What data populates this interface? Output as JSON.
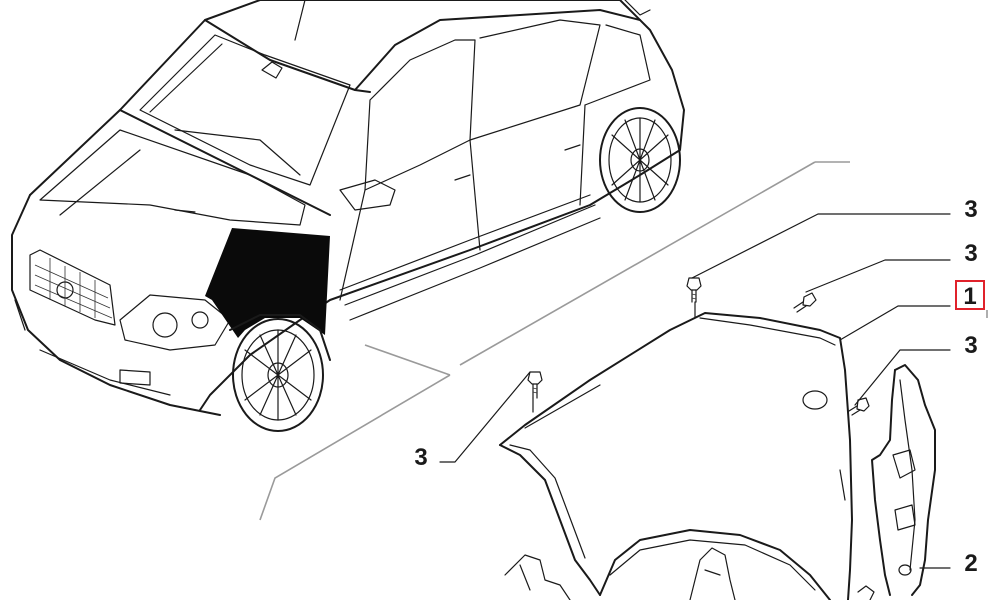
{
  "diagram": {
    "highlight_color": "#e0222b",
    "callouts": [
      {
        "id": "callout-1",
        "label": "1",
        "highlighted": true
      },
      {
        "id": "callout-2",
        "label": "2",
        "highlighted": false
      },
      {
        "id": "callout-3a",
        "label": "3",
        "highlighted": false
      },
      {
        "id": "callout-3b",
        "label": "3",
        "highlighted": false
      },
      {
        "id": "callout-3c",
        "label": "3",
        "highlighted": false
      },
      {
        "id": "callout-3d",
        "label": "3",
        "highlighted": false
      }
    ]
  }
}
